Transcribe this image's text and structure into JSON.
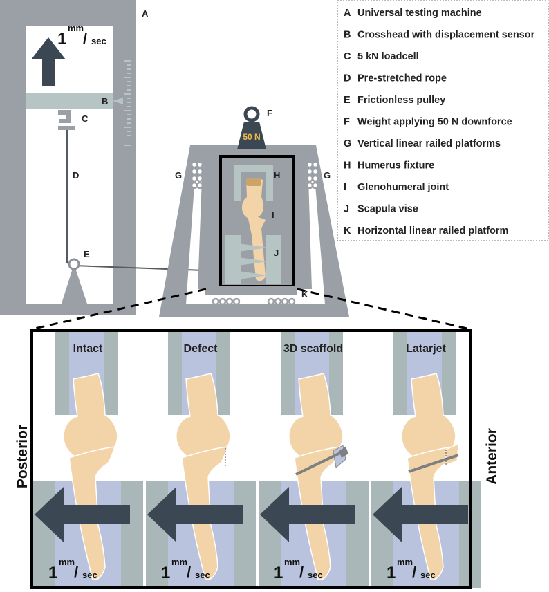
{
  "legend": [
    {
      "letter": "A",
      "text": "Universal testing machine"
    },
    {
      "letter": "B",
      "text": "Crosshead with displacement sensor"
    },
    {
      "letter": "C",
      "text": "5 kN loadcell"
    },
    {
      "letter": "D",
      "text": "Pre-stretched rope"
    },
    {
      "letter": "E",
      "text": "Frictionless pulley"
    },
    {
      "letter": "F",
      "text": "Weight applying 50 N downforce"
    },
    {
      "letter": "G",
      "text": "Vertical linear railed platforms"
    },
    {
      "letter": "H",
      "text": "Humerus fixture"
    },
    {
      "letter": "I",
      "text": "Glenohumeral joint"
    },
    {
      "letter": "J",
      "text": "Scapula vise"
    },
    {
      "letter": "K",
      "text": "Horizontal linear railed platform"
    }
  ],
  "labels": {
    "A": "A",
    "B": "B",
    "C": "C",
    "D": "D",
    "E": "E",
    "F": "F",
    "G": "G",
    "H": "H",
    "I": "I",
    "J": "J",
    "K": "K"
  },
  "weight_label": "50 N",
  "speed": {
    "value": "1",
    "num": "mm",
    "den": "sec"
  },
  "panels": [
    {
      "title": "Intact",
      "variant": "intact"
    },
    {
      "title": "Defect",
      "variant": "defect"
    },
    {
      "title": "3D scaffold",
      "variant": "scaffold"
    },
    {
      "title": "Latarjet",
      "variant": "latarjet"
    }
  ],
  "side_labels": {
    "left": "Posterior",
    "right": "Anterior"
  },
  "colors": {
    "frame": "#9aa0a6",
    "crosshead": "#b7c4c4",
    "bone": "#f2d4a8",
    "fixture": "#a9b7b8",
    "fixture_inner": "#b9c3de",
    "arrow": "#3b4752",
    "weight_text": "#f2b84b",
    "screw": "#7d7f82"
  }
}
